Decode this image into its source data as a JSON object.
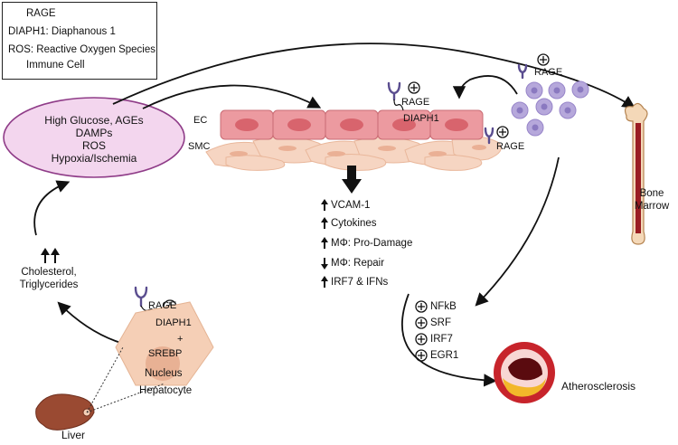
{
  "legend": {
    "rage": "RAGE",
    "diaph1": "DIAPH1: Diaphanous 1",
    "ros": "ROS: Reactive Oxygen Species",
    "immune": "Immune Cell"
  },
  "stimuli": [
    "High Glucose, AGEs",
    "DAMPs",
    "ROS",
    "Hypoxia/Ischemia"
  ],
  "vessel": {
    "ec": "EC",
    "smc": "SMC",
    "rage_top": "RAGE",
    "diaph1": "DIAPH1",
    "rage_right": "RAGE"
  },
  "immune": {
    "rage": "RAGE"
  },
  "bone_marrow": [
    "Bone",
    "Marrow"
  ],
  "outcomes": [
    "VCAM-1",
    "Cytokines",
    "MΦ: Pro-Damage",
    "MΦ: Repair",
    "IRF7 & IFNs"
  ],
  "outcome_arrows": [
    "up",
    "up",
    "up",
    "down",
    "up"
  ],
  "factors": [
    "NFkB",
    "SRF",
    "IRF7",
    "EGR1"
  ],
  "atherosclerosis": "Atherosclerosis",
  "lipids": [
    "Cholesterol,",
    "Triglycerides"
  ],
  "hepatocyte": {
    "rage": "RAGE",
    "diaph1": "DIAPH1",
    "plus": "+",
    "srebp": "SREBP",
    "nucleus": "Nucleus",
    "label": "Hepatocyte"
  },
  "liver": "Liver",
  "colors": {
    "stimuli_fill": "#f3d6ee",
    "stimuli_stroke": "#8f3c88",
    "ec_fill": "#ec9aa0",
    "ec_nucleus": "#d8646d",
    "smc_fill": "#f6d5c2",
    "immune_cell": "#b6a8db",
    "receptor": "#5a4d8f",
    "vessel_wall": "#c7242b",
    "plaque": "#f2b72a",
    "liver": "#9a4a32",
    "hepatocyte": "#f5cfb6"
  }
}
